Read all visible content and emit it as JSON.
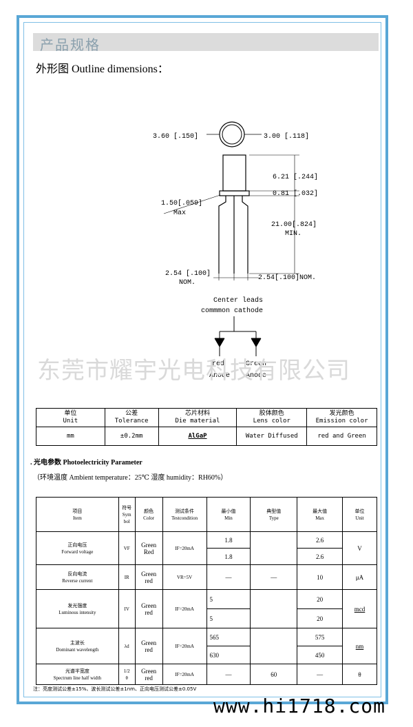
{
  "header": {
    "title": "产品规格",
    "outline_heading": "外形图 Outline dimensions："
  },
  "drawing": {
    "diameter_outer": "3.60 [.150]",
    "diameter_inner": "3.00 [.118]",
    "body_height": "6.21 [.244]",
    "flange": "0.81 [.032]",
    "lead_offset": "1.50[.059]",
    "lead_offset_suffix": "Max",
    "lead_length": "21.00[.824]",
    "lead_length_suffix": "MIN.",
    "pitch_left": "2.54 [.100]",
    "pitch_left_suffix": "NOM.",
    "pitch_right": "2.54[.100]NOM.",
    "center_leads_1": "Center leads",
    "center_leads_2": "commmon cathode",
    "red_1": "red",
    "red_2": "Anode",
    "green_1": "Green",
    "green_2": "Anode"
  },
  "watermark": "东莞市耀宇光电科技有限公司",
  "spec_table": {
    "headers": [
      {
        "cn": "单位",
        "en": "Unit"
      },
      {
        "cn": "公差",
        "en": "Tolerance"
      },
      {
        "cn": "芯片材料",
        "en": "Die material"
      },
      {
        "cn": "胶体颜色",
        "en": "Lens color"
      },
      {
        "cn": "发光颜色",
        "en": "Emission color"
      }
    ],
    "values": [
      "mm",
      "±0.2mm",
      "AlGaP",
      "Water Diffused",
      "red and Green"
    ]
  },
  "photo": {
    "heading": ". 光电参数 Photoelectricity Parameter",
    "env": "（环境温度 Ambient temperature：25℃    湿度 humidity：RH60%）"
  },
  "param_table": {
    "headers": {
      "item_cn": "项目",
      "item_en": "Item",
      "sym_1": "符号",
      "sym_2": "Sym",
      "sym_3": "bol",
      "color_cn": "颜色",
      "color_en": "Color",
      "cond_cn": "测试条件",
      "cond_en": "Testcondition",
      "min_cn": "最小值",
      "min_en": "Min",
      "typ_cn": "典型值",
      "typ_en": "Type",
      "max_cn": "最大值",
      "max_en": "Max",
      "unit_cn": "单位",
      "unit_en": "Unit"
    },
    "rows": [
      {
        "cn": "正向电压",
        "en": "Forward voltage",
        "sym": "VF",
        "c1": "Green",
        "c2": "Red",
        "cond": "IF=20mA",
        "min1": "1.8",
        "min2": "1.8",
        "typ": "",
        "max1": "2.6",
        "max2": "2.6",
        "unit": "V"
      },
      {
        "cn": "反向电流",
        "en": "Reverse current",
        "sym": "IR",
        "c1": "Green",
        "c2": "red",
        "cond": "VR=5V",
        "min": "—",
        "typ": "—",
        "max": "10",
        "unit": "μA"
      },
      {
        "cn": "发光强度",
        "en": "Luminous intensity",
        "sym": "IV",
        "c1": "Green",
        "c2": "red",
        "cond": "IF=20mA",
        "min1": "5",
        "min2": "5",
        "typ": "",
        "max1": "20",
        "max2": "20",
        "unit": "mcd"
      },
      {
        "cn": "主波长",
        "en": "Dominant wavelength",
        "sym": "λd",
        "c1": "Green",
        "c2": "red",
        "cond": "IF=20mA",
        "min1": "565",
        "min2": "630",
        "typ": "",
        "max1": "575",
        "max2": "450",
        "unit": "nm"
      },
      {
        "cn": "光谱半宽度",
        "en": "Spectrum line half width",
        "sym1": "1/2",
        "sym2": "θ",
        "c1": "Green",
        "c2": "red",
        "cond": "IF=20mA",
        "min": "—",
        "typ": "60",
        "max": "—",
        "unit": "θ"
      }
    ]
  },
  "footnote": "注：亮度测试公差±15%、波长测试公差±1nm、正向电压测试公差±0.05V",
  "site_watermark": "www.hi1718.com"
}
